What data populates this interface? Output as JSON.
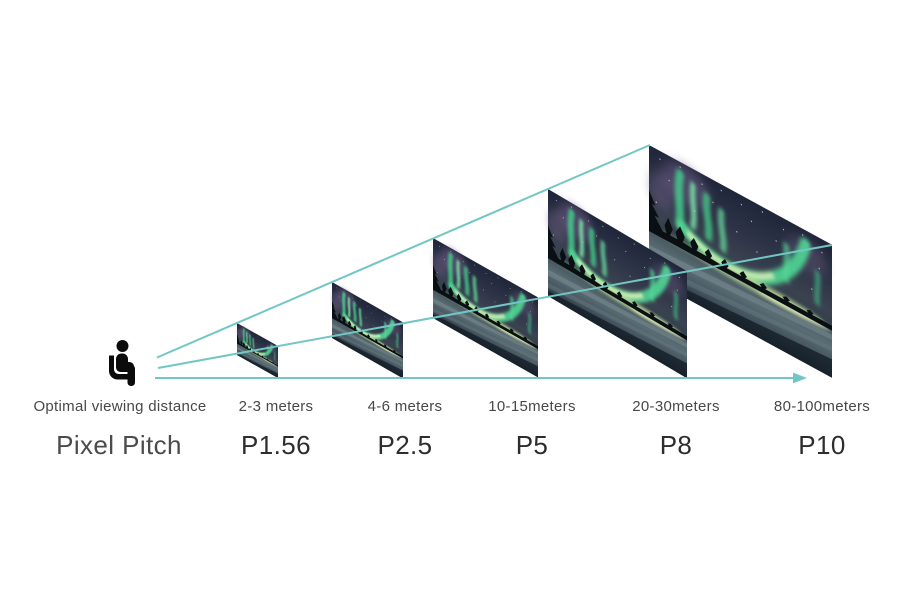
{
  "diagram": {
    "title_hidden": "",
    "viewer_label": "Optimal viewing distance",
    "row_label": "Pixel Pitch",
    "screens": [
      {
        "distance": "2-3 meters",
        "pitch": "P1.56"
      },
      {
        "distance": "4-6 meters",
        "pitch": "P2.5"
      },
      {
        "distance": "10-15meters",
        "pitch": "P5"
      },
      {
        "distance": "20-30meters",
        "pitch": "P8"
      },
      {
        "distance": "80-100meters",
        "pitch": "P10"
      }
    ],
    "icons": {
      "viewer": "seated-person-icon",
      "axis_end": "right-arrow"
    },
    "colors": {
      "background": "#ffffff",
      "line": "#72c6c4",
      "distance_text": "#484848",
      "pitch_text": "#2d2d2d",
      "person_icon": "#0b0b0b",
      "aurora_green": "#4fd694",
      "aurora_core": "#d7f2ba",
      "sky_dark": "#20263a",
      "sky_purple": "#6e5d85",
      "snow_field": "#5b6d74",
      "treeline": "#0a0f13"
    }
  }
}
